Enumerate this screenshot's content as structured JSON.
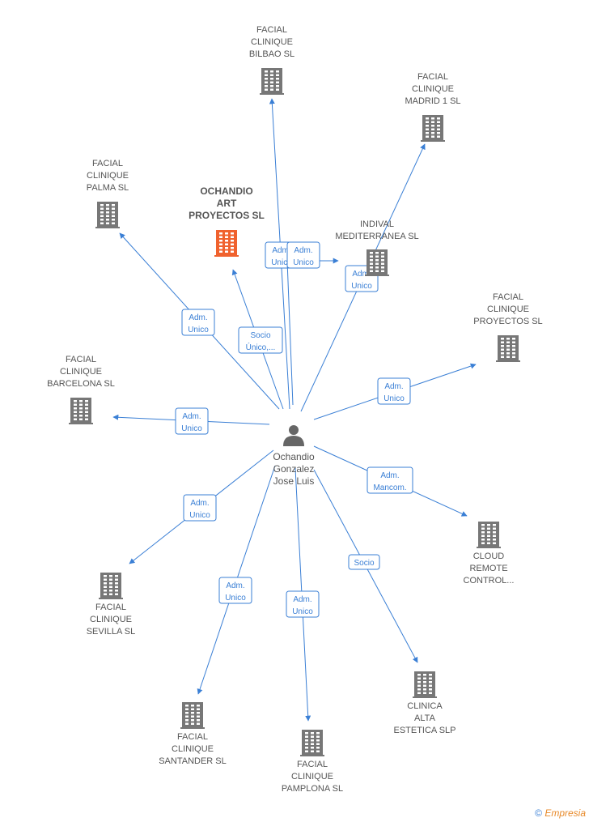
{
  "colors": {
    "edge": "#3a7fd5",
    "building": "#777777",
    "focus_building": "#f0622e"
  },
  "person": {
    "name_lines": [
      "Ochandio",
      "Gonzalez",
      "Jose Luis"
    ],
    "icon": "person-icon"
  },
  "companies": [
    {
      "id": "bilbao",
      "lines": [
        "FACIAL",
        "CLINIQUE",
        "BILBAO SL"
      ],
      "focus": false
    },
    {
      "id": "madrid",
      "lines": [
        "FACIAL",
        "CLINIQUE",
        "MADRID 1 SL"
      ],
      "focus": false
    },
    {
      "id": "palma",
      "lines": [
        "FACIAL",
        "CLINIQUE",
        "PALMA SL"
      ],
      "focus": false
    },
    {
      "id": "ochandio",
      "lines": [
        "OCHANDIO",
        "ART",
        "PROYECTOS SL"
      ],
      "focus": true
    },
    {
      "id": "indival",
      "lines": [
        "INDIVAL",
        "MEDITERRANEA SL"
      ],
      "focus": false
    },
    {
      "id": "proyectos",
      "lines": [
        "FACIAL",
        "CLINIQUE",
        "PROYECTOS  SL"
      ],
      "focus": false
    },
    {
      "id": "barcelona",
      "lines": [
        "FACIAL",
        "CLINIQUE",
        "BARCELONA SL"
      ],
      "focus": false
    },
    {
      "id": "cloud",
      "lines": [
        "CLOUD",
        "REMOTE",
        "CONTROL..."
      ],
      "focus": false
    },
    {
      "id": "sevilla",
      "lines": [
        "FACIAL",
        "CLINIQUE",
        "SEVILLA SL"
      ],
      "focus": false
    },
    {
      "id": "santander",
      "lines": [
        "FACIAL",
        "CLINIQUE",
        "SANTANDER SL"
      ],
      "focus": false
    },
    {
      "id": "pamplona",
      "lines": [
        "FACIAL",
        "CLINIQUE",
        "PAMPLONA SL"
      ],
      "focus": false
    },
    {
      "id": "clinica",
      "lines": [
        "CLINICA",
        "ALTA",
        "ESTETICA SLP"
      ],
      "focus": false
    }
  ],
  "edges": [
    {
      "to": "bilbao",
      "lines": [
        "Adm.",
        "Unico"
      ]
    },
    {
      "to": "madrid",
      "lines": [
        "Adm.",
        "Unico"
      ]
    },
    {
      "to": "palma",
      "lines": [
        "Adm.",
        "Unico"
      ]
    },
    {
      "to": "ochandio",
      "lines": [
        "Socio",
        "Único,..."
      ]
    },
    {
      "to": "indival",
      "lines": [
        "Adm.",
        "Unico"
      ]
    },
    {
      "to": "proyectos",
      "lines": [
        "Adm.",
        "Unico"
      ]
    },
    {
      "to": "barcelona",
      "lines": [
        "Adm.",
        "Unico"
      ]
    },
    {
      "to": "cloud",
      "lines": [
        "Adm.",
        "Mancom."
      ]
    },
    {
      "to": "sevilla",
      "lines": [
        "Adm.",
        "Unico"
      ]
    },
    {
      "to": "santander",
      "lines": [
        "Adm.",
        "Unico"
      ]
    },
    {
      "to": "pamplona",
      "lines": [
        "Adm.",
        "Unico"
      ]
    },
    {
      "to": "clinica",
      "lines": [
        "Socio"
      ]
    }
  ],
  "brand": {
    "copyright": "©",
    "name": "Empresia"
  }
}
